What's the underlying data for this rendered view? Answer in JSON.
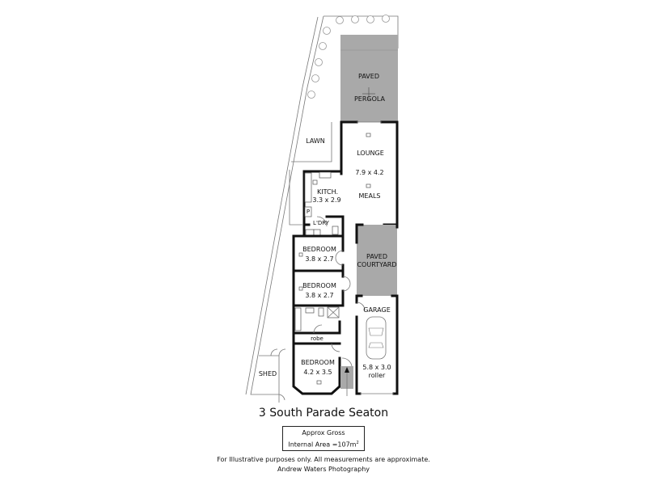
{
  "title": "3 South Parade Seaton",
  "area_box": {
    "line1": "Approx Gross",
    "line2_prefix": "Internal Area =107m",
    "line2_sup": "2"
  },
  "disclaimer": "For Illustrative purposes only.  All measurements are approximate.",
  "credit": "Andrew Waters Photography",
  "colors": {
    "paved": "#a9a9a9",
    "wall": "#111111",
    "line": "#777777"
  },
  "rooms": {
    "pergola": {
      "line1": "PAVED",
      "line2": "PERGOLA"
    },
    "lawn": {
      "label": "LAWN"
    },
    "lounge": {
      "label": "LOUNGE",
      "dims": "7.9 x 4.2",
      "label2": "MEALS"
    },
    "kitchen": {
      "label": "KITCH.",
      "dims": "3.3 x 2.9",
      "pantry": "P"
    },
    "laundry": {
      "label": "L'DRY"
    },
    "bedroom2": {
      "label": "BEDROOM",
      "dims": "3.8 x 2.7"
    },
    "bedroom3": {
      "label": "BEDROOM",
      "dims": "3.8 x 2.7"
    },
    "courtyard": {
      "line1": "PAVED",
      "line2": "COURTYARD"
    },
    "garage": {
      "label": "GARAGE",
      "dims": "5.8 x 3.0",
      "door": "roller"
    },
    "robe": {
      "label": "robe"
    },
    "bedroom1": {
      "label": "BEDROOM",
      "dims": "4.2 x 3.5"
    },
    "shed": {
      "label": "SHED"
    }
  }
}
